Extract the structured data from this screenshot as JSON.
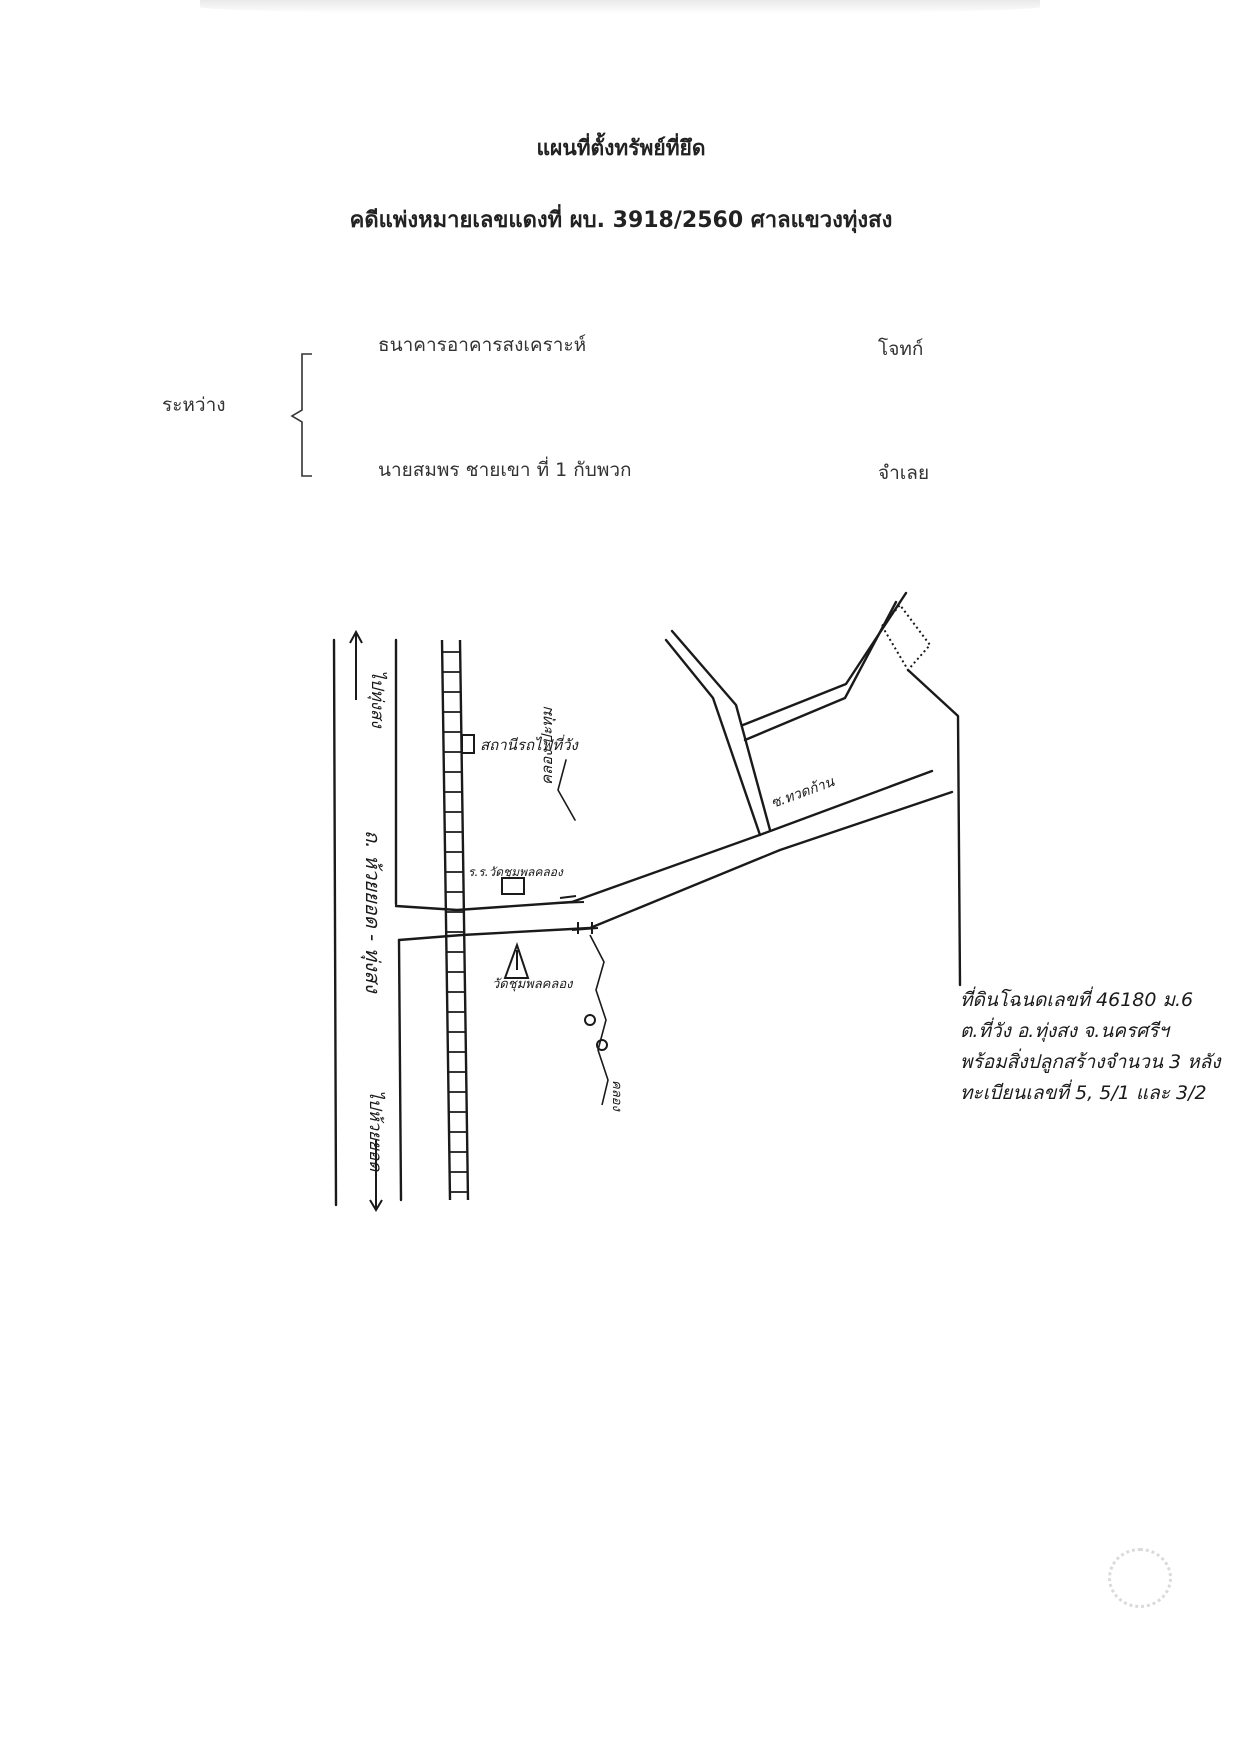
{
  "document": {
    "title": "แผนที่ตั้งทรัพย์ที่ยึด",
    "case_line": "คดีแพ่งหมายเลขแดงที่ ผบ. 3918/2560 ศาลแขวงทุ่งสง",
    "between_label": "ระหว่าง",
    "plaintiff": {
      "name": "ธนาคารอาคารสงเคราะห์",
      "role": "โจทก์"
    },
    "defendant": {
      "name": "นายสมพร ชายเขา ที่ 1 กับพวก",
      "role": "จำเลย"
    }
  },
  "map": {
    "labels": {
      "to_thungsong": "ไปทุ่งสง",
      "highway": "ถ. ห้วยยอด - ทุ่งสง",
      "to_huaiyot": "ไปห้วยยอด",
      "train_station": "สถานีรถไฟที่วัง",
      "school": "ร.ร.วัดชุมพลคลอง",
      "canal": "คลอง ปะทุม",
      "temple": "วัดชุมพลคลอง",
      "soi": "ซ.ทวดก้าน",
      "stream": "คลอง"
    },
    "property_note": [
      "ที่ดินโฉนดเลขที่ 46180 ม.6",
      "ต.ที่วัง อ.ทุ่งสง จ.นครศรีฯ",
      "พร้อมสิ่งปลูกสร้างจำนวน 3 หลัง",
      "ทะเบียนเลขที่ 5, 5/1 และ 3/2"
    ]
  }
}
